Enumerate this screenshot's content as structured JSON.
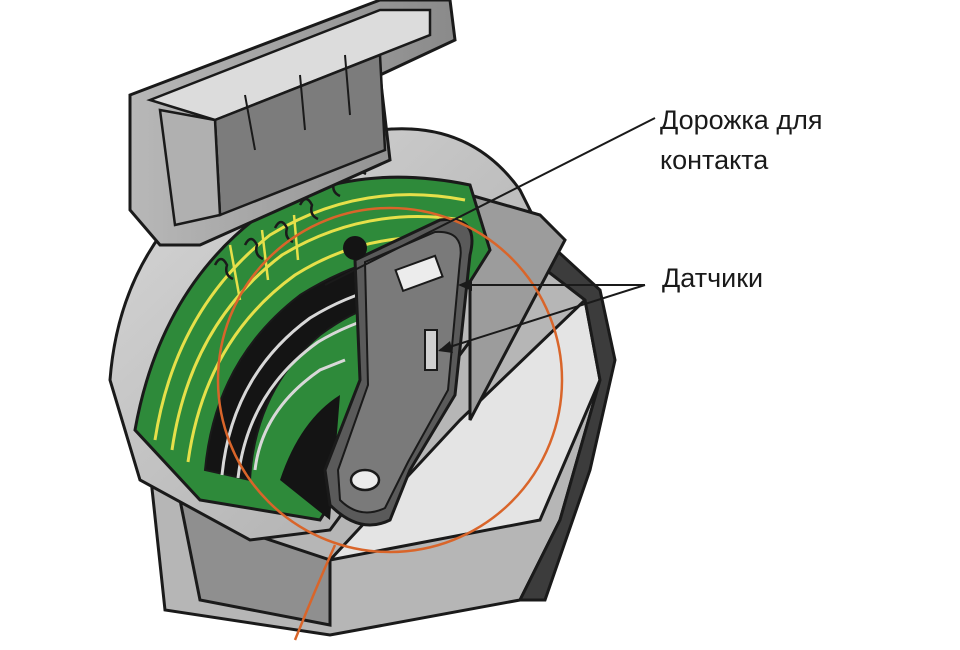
{
  "labels": {
    "track_line1": "Дорожка для",
    "track_line2": "контакта",
    "sensors": "Датчики"
  },
  "colors": {
    "housing_light": "#c9c9c9",
    "housing_mid": "#9a9a9a",
    "housing_dark": "#4a4a4a",
    "outline": "#1a1a1a",
    "board": "#2e8a3a",
    "traces": "#e6e04a",
    "highlight_ring": "#d9652a",
    "track_dark": "#141414",
    "background": "#ffffff"
  }
}
